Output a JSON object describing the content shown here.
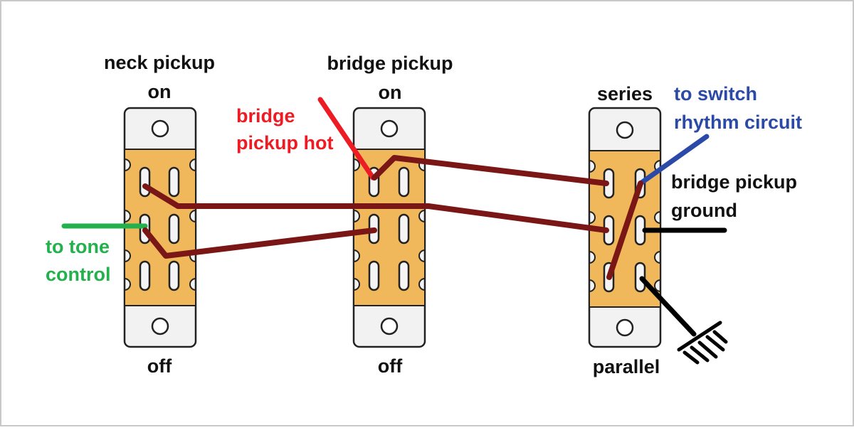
{
  "colors": {
    "background": "#ffffff",
    "frame": "#c8c8c8",
    "switch_plate": "#f2f2f2",
    "switch_body": "#f0b85a",
    "wire": "#7a1616",
    "text": "#111111",
    "green": "#22b14c",
    "red": "#ed1c24",
    "blue": "#2b4aa8",
    "ground": "#000000"
  },
  "switches": [
    {
      "name": "neck",
      "top_label": [
        "neck pickup",
        "on"
      ],
      "bottom_label": "off"
    },
    {
      "name": "bridge",
      "top_label": [
        "bridge pickup",
        "on"
      ],
      "bottom_label": "off"
    },
    {
      "name": "series-parallel",
      "top_label": [
        "series"
      ],
      "bottom_label": "parallel"
    }
  ],
  "annotations": {
    "bridge_hot": [
      "bridge",
      "pickup hot"
    ],
    "tone": [
      "to tone",
      "control"
    ],
    "rhythm": [
      "to switch",
      "rhythm circuit"
    ],
    "ground": [
      "bridge pickup",
      "ground"
    ]
  }
}
